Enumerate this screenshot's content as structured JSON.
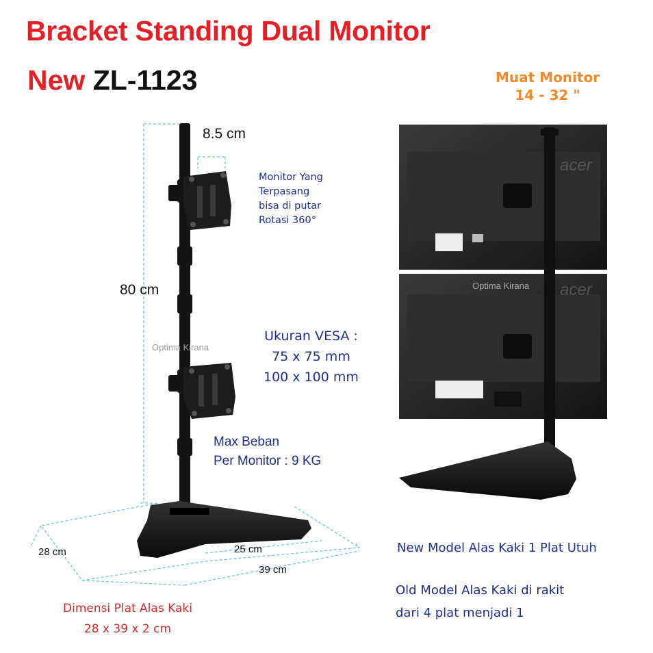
{
  "title": {
    "line1": "Bracket Standing Dual Monitor",
    "line2_prefix": "New ",
    "line2_model": "ZL-1123"
  },
  "capacity": {
    "line1": "Muat Monitor",
    "line2": "14 - 32 \""
  },
  "dimensions": {
    "top_width": "8.5 cm",
    "height": "80 cm",
    "base_depth": "28 cm",
    "base_inner": "25 cm",
    "base_width": "39 cm"
  },
  "rotation_note": [
    "Monitor Yang",
    "Terpasang",
    "bisa di putar",
    "Rotasi 360°"
  ],
  "vesa": [
    "Ukuran VESA :",
    "75 x 75 mm",
    "100 x 100 mm"
  ],
  "max_load": [
    "Max Beban",
    "Per Monitor : 9 KG"
  ],
  "base_plate": {
    "line1": "Dimensi Plat Alas Kaki",
    "line2": "28 x 39 x 2 cm"
  },
  "new_model": "New Model Alas Kaki 1 Plat Utuh",
  "old_model": [
    "Old Model Alas Kaki di rakit",
    "dari 4 plat menjadi 1"
  ],
  "watermark": "Optima Kirana",
  "brand": "acer",
  "colors": {
    "title_red": "#e41f25",
    "orange": "#f08a2b",
    "blue_text": "#1c2e8f",
    "dim_line": "#6cc3e0",
    "stand": "#141414"
  }
}
